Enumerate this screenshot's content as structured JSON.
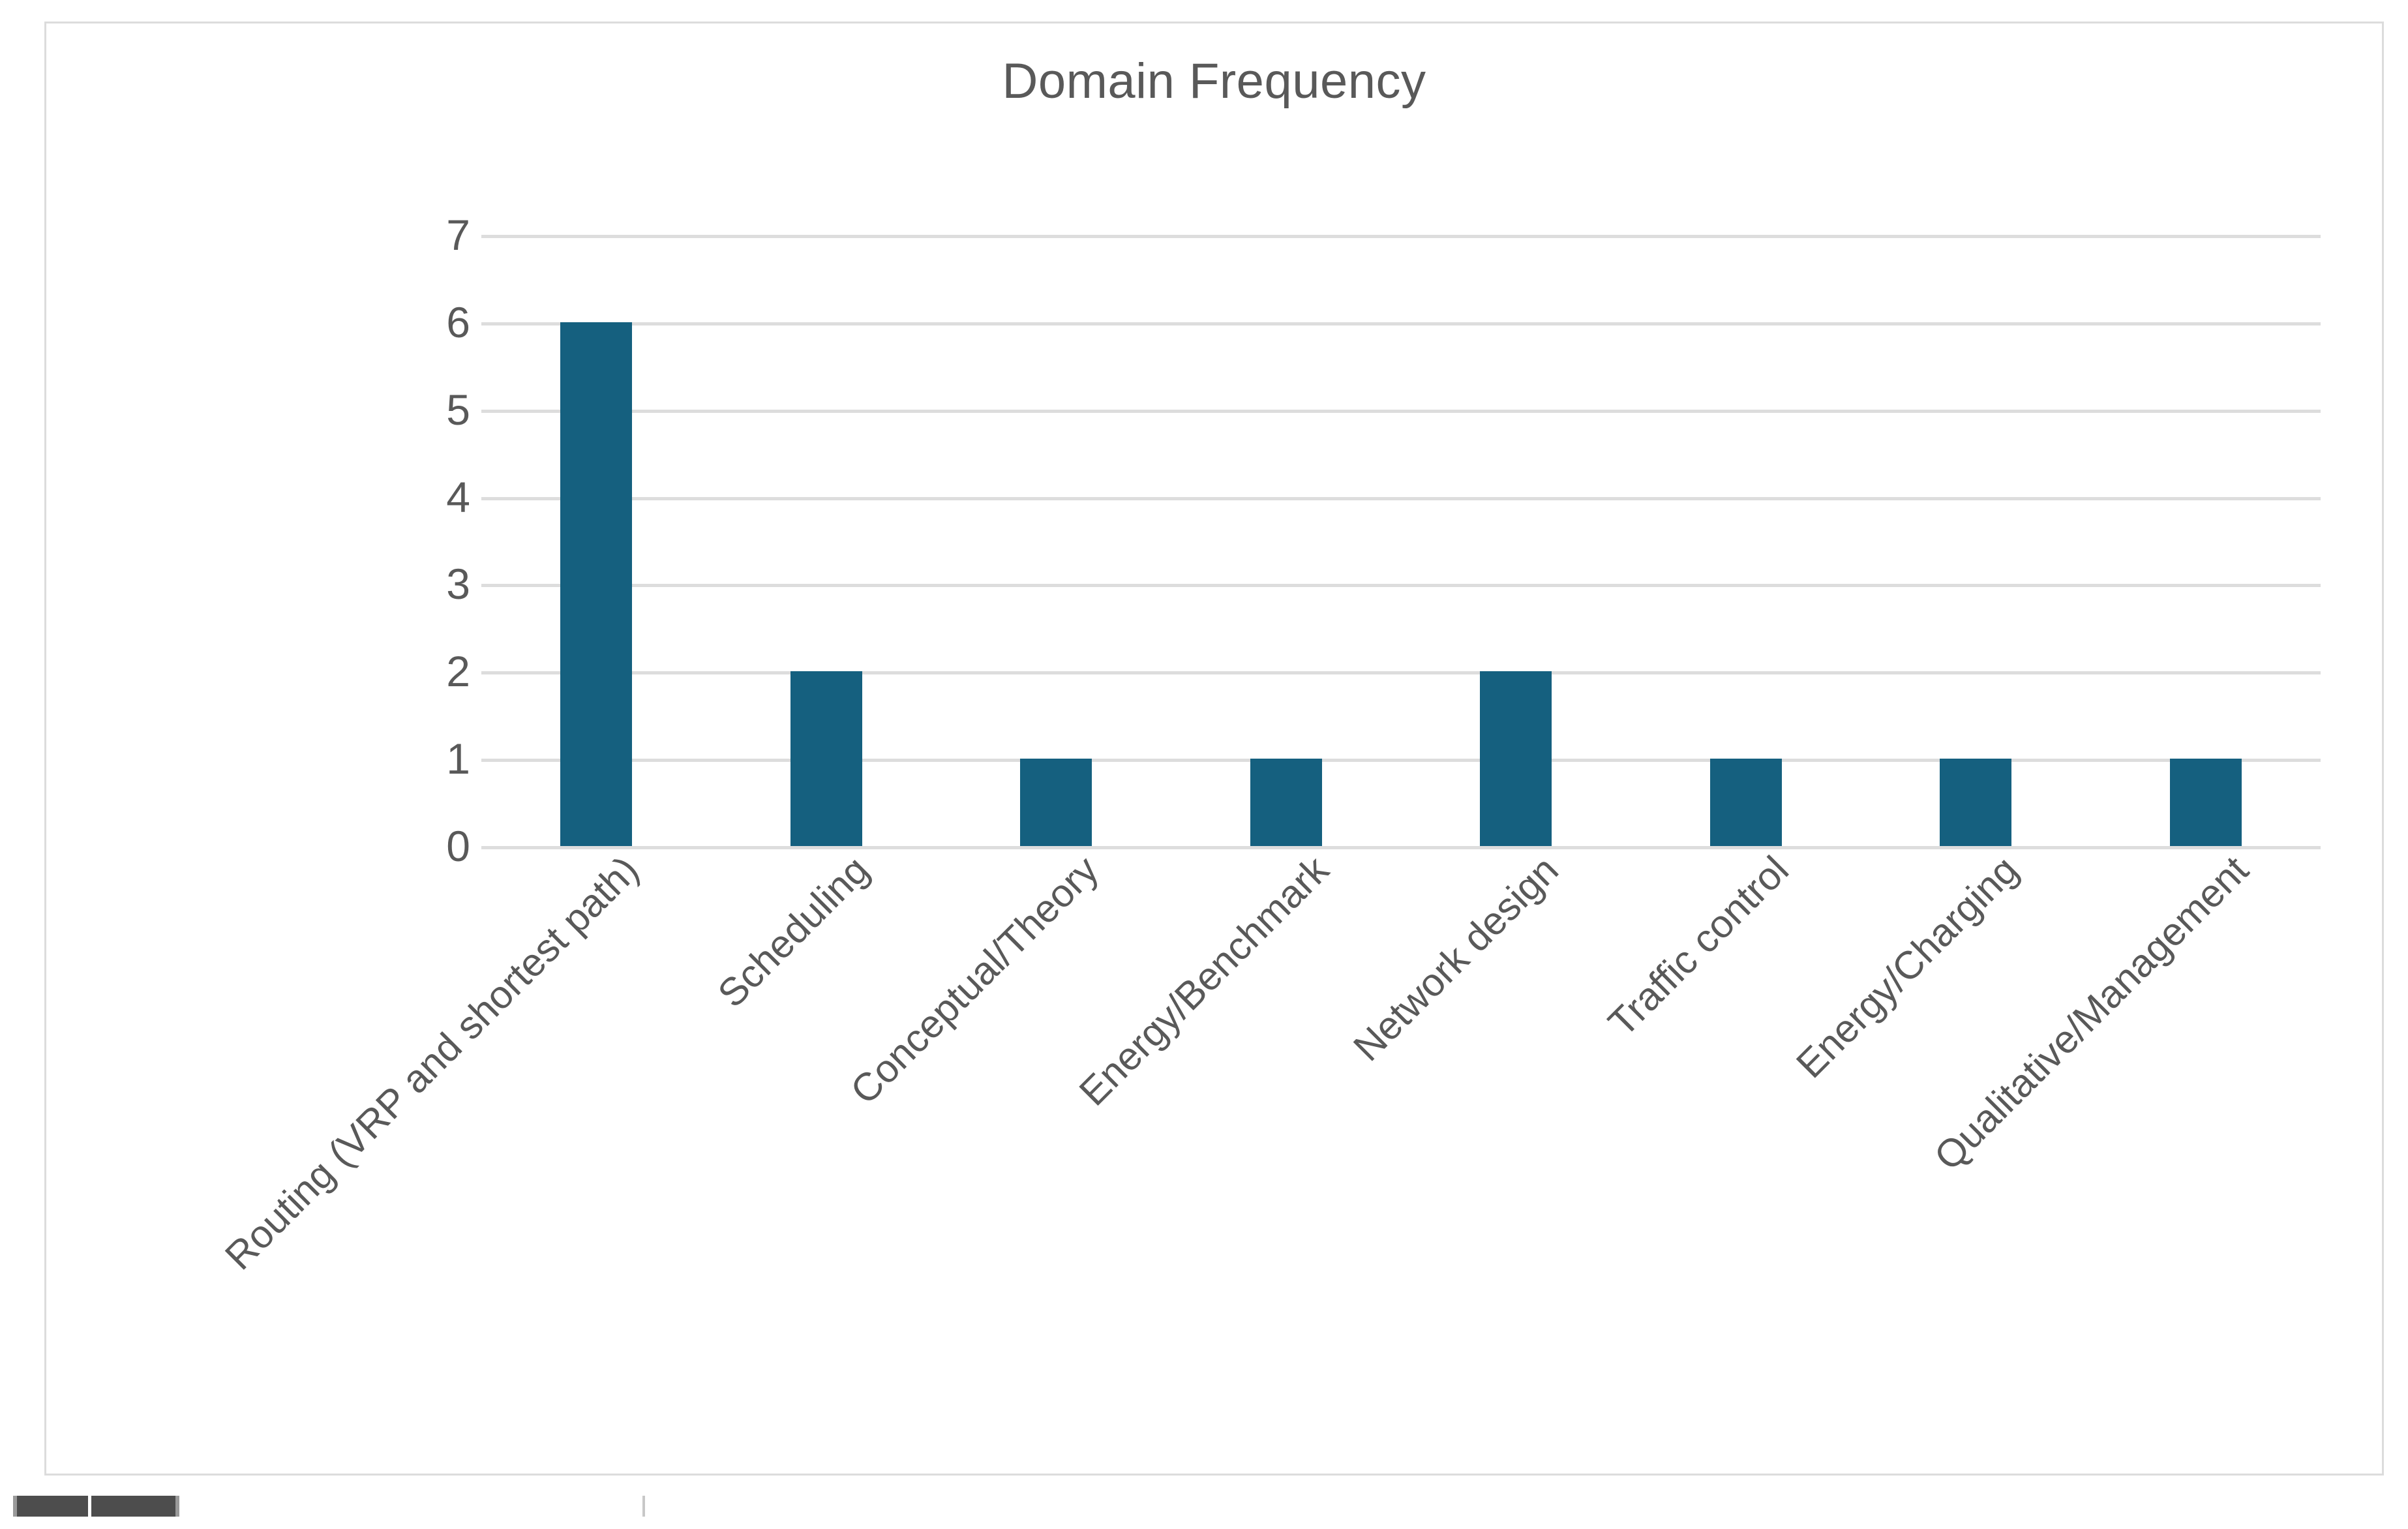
{
  "chart_data": {
    "type": "bar",
    "title": "Domain Frequency",
    "xlabel": "",
    "ylabel": "",
    "ylim": [
      0,
      7
    ],
    "ytick_labels": [
      "7",
      "6",
      "5",
      "4",
      "3",
      "2",
      "1",
      "0"
    ],
    "ytick_values": [
      7,
      6,
      5,
      4,
      3,
      2,
      1,
      0
    ],
    "grid": true,
    "legend": "none",
    "categories": [
      "Routing (VRP and shortest path)",
      "Scheduling",
      "Conceptual/Theory",
      "Energy/Benchmark",
      "Network design",
      "Traffic control",
      "Energy/Charging",
      "Qualitative/Management"
    ],
    "values": [
      6,
      2,
      1,
      1,
      2,
      1,
      1,
      1
    ],
    "xtick_rotation_degrees": -45,
    "bar_color": "#15607f",
    "gridline_color": "#dddddd",
    "text_color": "#595959",
    "frame_border_color": "#dcdcdc",
    "background_color": "#ffffff"
  },
  "scrollbar": {
    "orientation": "horizontal",
    "thumb_color": "#4d4d4d",
    "track_color": "#ffffff"
  }
}
